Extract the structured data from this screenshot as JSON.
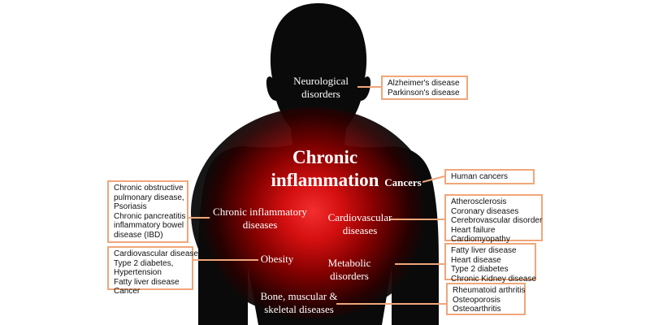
{
  "colors": {
    "silhouette": "#0a0a0a",
    "glow_core": "#ff2a2a",
    "glow_mid": "#c00000",
    "box_border": "#f0a67a",
    "connector": "#f0a67a",
    "label_text": "#ffffff",
    "box_text": "#111111"
  },
  "center": {
    "title_line1": "Chronic",
    "title_line2": "inflammation"
  },
  "categories": {
    "neurological": {
      "line1": "Neurological",
      "line2": "disorders"
    },
    "cancers": {
      "line1": "Cancers"
    },
    "chronic_inflammatory": {
      "line1": "Chronic inflammatory",
      "line2": "diseases"
    },
    "cardiovascular": {
      "line1": "Cardiovascular",
      "line2": "diseases"
    },
    "obesity": {
      "line1": "Obesity"
    },
    "metabolic": {
      "line1": "Metabolic",
      "line2": "disorders"
    },
    "bone": {
      "line1": "Bone, muscular &",
      "line2": "skeletal diseases"
    }
  },
  "boxes": {
    "neurological": [
      "Alzheimer's disease",
      "Parkinson's disease"
    ],
    "cancers": [
      "Human cancers"
    ],
    "chronic_inflammatory": [
      "Chronic obstructive",
      "pulmonary disease,",
      "Psoriasis",
      "Chronic pancreatitis",
      "inflammatory bowel",
      "disease (IBD)"
    ],
    "cardiovascular": [
      "Atherosclerosis",
      "Coronary diseases",
      "Cerebrovascular disorder",
      "Heart failure",
      "Cardiomyopathy"
    ],
    "obesity": [
      "Cardiovascular disease",
      "Type 2 diabetes,",
      "Hypertension",
      "Fatty liver disease",
      "Cancer"
    ],
    "metabolic": [
      "Fatty liver disease",
      "Heart disease",
      "Type 2 diabetes",
      "Chronic Kidney disease"
    ],
    "bone": [
      "Rheumatoid arthritis",
      "Osteoporosis",
      "Osteoarthritis"
    ]
  }
}
